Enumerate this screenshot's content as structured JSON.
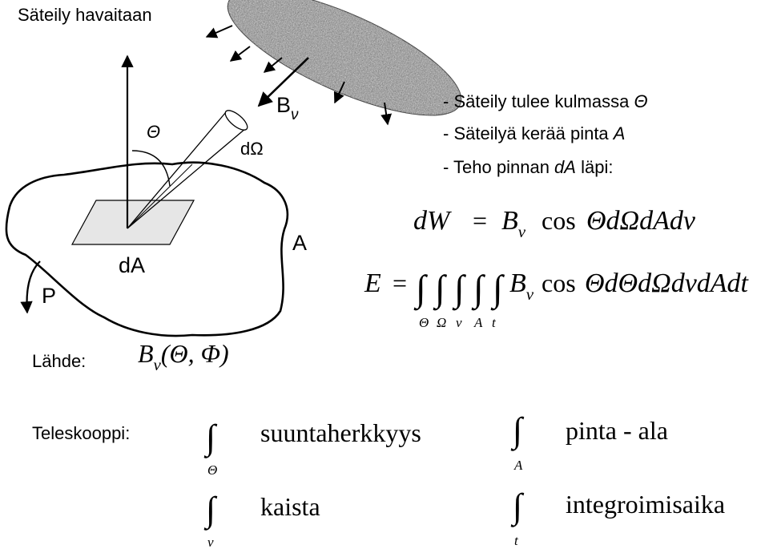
{
  "title": "Säteily havaitaan",
  "diagram_labels": {
    "theta": "Θ",
    "dOmega": "dΩ",
    "B": "B",
    "B_sub": "ν",
    "A": "A",
    "dA": "dA",
    "P": "P"
  },
  "notes": [
    {
      "prefix": "- Säteily tulee kulmassa ",
      "italic": "Θ",
      "suffix": ""
    },
    {
      "prefix": "- Säteilyä kerää pinta ",
      "italic": "A",
      "suffix": ""
    },
    {
      "prefix": "- Teho pinnan ",
      "italic": "dA",
      "suffix": " läpi:"
    }
  ],
  "formulas": {
    "dW_lhs": "dW",
    "equals": "=",
    "dW_B": "B",
    "dW_sub": "ν",
    "dW_cos": "cos",
    "dW_rest": "ΘdΩdAdν",
    "E_lhs": "E",
    "E_equals": "=",
    "E_limits": [
      "Θ",
      "Ω",
      "ν",
      "A",
      "t"
    ],
    "E_B": "B",
    "E_sub": "ν",
    "E_cos": "cos",
    "E_rest": "ΘdΘdΩdνdAdt"
  },
  "source": {
    "label": "Lähde:",
    "B": "B",
    "sub": "ν",
    "args": "(Θ, Φ)"
  },
  "telescope": {
    "label": "Teleskooppi:",
    "items": [
      {
        "limit": "Θ",
        "text": "suuntaherkkyys"
      },
      {
        "limit": "A",
        "text": "pinta - ala"
      },
      {
        "limit": "ν",
        "text": "kaista"
      },
      {
        "limit": "t",
        "text": "integroimisaika"
      }
    ]
  },
  "colors": {
    "ink": "#000000",
    "patch_fill": "#e6e6e6",
    "cloud_dark": "#555555",
    "cloud_light": "#b0b0b0"
  }
}
